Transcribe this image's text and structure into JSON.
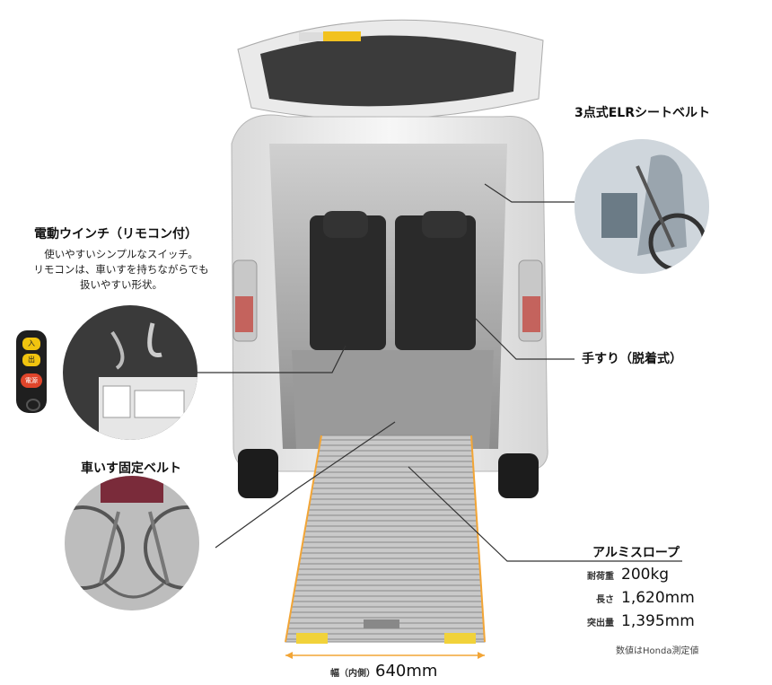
{
  "callouts": {
    "seatbelt": {
      "title": "3点式ELRシートベルト"
    },
    "winch": {
      "title": "電動ウインチ（リモコン付）",
      "desc": [
        "使いやすいシンプルなスイッチ。",
        "リモコンは、車いすを持ちながらでも",
        "扱いやすい形状。"
      ]
    },
    "handrail": {
      "title": "手すり（脱着式）"
    },
    "wheelchair_belt": {
      "title": "車いす固定ベルト"
    },
    "slope": {
      "title": "アルミスロープ",
      "specs": [
        {
          "label": "耐荷重",
          "value": "200kg"
        },
        {
          "label": "長さ",
          "value": "1,620mm"
        },
        {
          "label": "突出量",
          "value": "1,395mm"
        }
      ],
      "note": "数値はHonda測定値"
    }
  },
  "width_label": {
    "prefix": "幅（内側）",
    "value": "640mm"
  },
  "remote": {
    "buttons": [
      "入",
      "出",
      "電源"
    ]
  },
  "colors": {
    "ramp_edge": "#f2a536",
    "remote_yellow": "#f1c40f",
    "remote_red": "#e0452b"
  }
}
